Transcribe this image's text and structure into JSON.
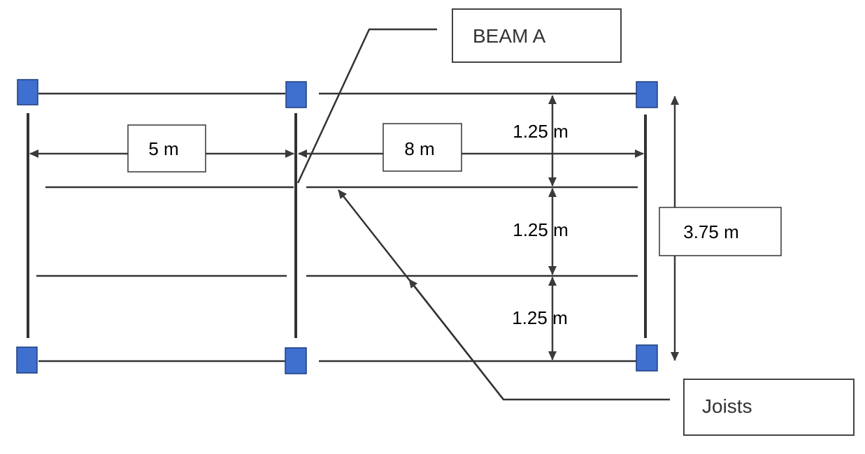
{
  "colors": {
    "column_fill": "#3f6fcf",
    "column_stroke": "#1f3f7f",
    "line": "#333333",
    "arrow": "#3a3a3a",
    "label_border": "#333333"
  },
  "spans": {
    "left": "5 m",
    "right": "8 m"
  },
  "joist_spacing": {
    "top": "1.25 m",
    "middle": "1.25 m",
    "bottom": "1.25 m"
  },
  "total_width": "3.75 m",
  "callouts": {
    "beam": "BEAM A",
    "joists": "Joists"
  }
}
